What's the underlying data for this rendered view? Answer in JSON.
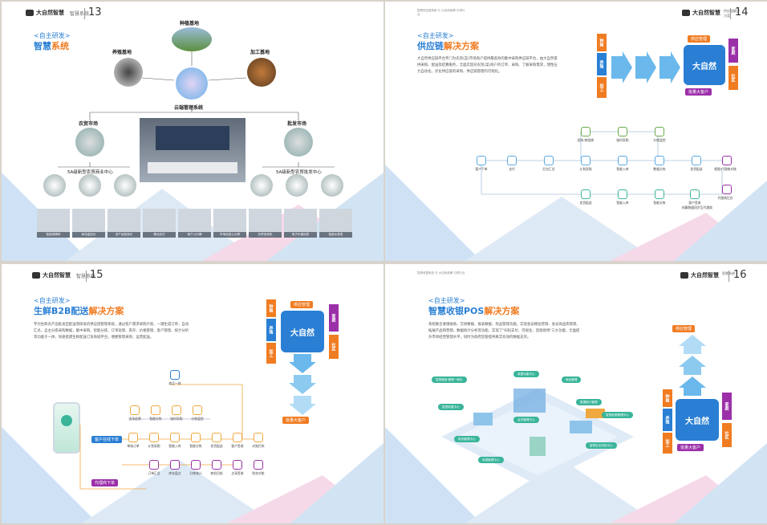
{
  "brand": "大自然智慧",
  "pages": {
    "p13": {
      "section": "智慧系统",
      "number": "13",
      "subtitle": "<自主研发>",
      "title_a": "智慧",
      "title_b": "系统",
      "nodes": {
        "top": "种植基地",
        "left": "养殖基地",
        "right": "加工基地",
        "center": "云端管理系统",
        "market_left": "农贸市场",
        "market_right": "批发市场",
        "hub_left": "5A级新型农贸商业中心",
        "hub_right": "5A级新型农贸批发中心"
      },
      "strip": [
        "智能溯源秤",
        "商流监控仪",
        "农产品检测仪",
        "移动支付",
        "商户公示牌",
        "市场信息公示屏",
        "农贸查询机",
        "电子价格标签",
        "智能水表表"
      ]
    },
    "p14": {
      "number": "14",
      "section": "供应链解决方案",
      "header_tiny": "智慧供应链系统 与 大自然品牌 引领行业",
      "subtitle": "<自主研发>",
      "title_a": "供应链",
      "title_b": "解决方案",
      "paragraph": "大自然供应链平台专门为农贸(菜)市场商户提供最高效的集中采购供应链平台，由大自然提供采购、配送及结算服务，全面实现对农贸(菜)商户的订单、采购、了解采购需求，理性压力自动化，优化供应链的采购、供应链管理的可视化。",
      "hub": {
        "top": "供应管理",
        "center": "大自然",
        "bottom": "批量大客户",
        "left_tabs": [
          "种植",
          "养殖",
          "加工"
        ],
        "right_tabs": [
          "家庭",
          "社区"
        ]
      },
      "flow": [
        "客户下单",
        "支付",
        "后台汇总",
        "计划采购",
        "智能入库",
        "数据分拣",
        "发货配送",
        "数据统计",
        "客户签收",
        "智能分拣",
        "智能入库",
        "发货配送"
      ],
      "flow_top": [
        "超市/商批商",
        "临时采购",
        "分拣监控"
      ],
      "flow_right": [
        "视频/代理商对账",
        "代理商后台"
      ],
      "flow_bottom_extra": "结算数据同步至代理商"
    },
    "p15": {
      "number": "15",
      "section": "智慧系统",
      "subtitle": "<自主研发>",
      "title_a": "生鲜B2B配送",
      "title_b": "解决方案",
      "paragraph": "专为生鲜农产品批发型配送而研发的供应链管理系统，通过客户需求采购计划、一键生成订单，自动汇总，自主分拣采购数据，集中采购、智能分拣、订单处理、库存、价格管理、客户管理、统计分析等功能于一体，快速搭建生鲜配送订货商城平台，便捷管理采购、运营配送。",
      "hub": {
        "top": "供应管理",
        "center": "大自然",
        "bottom": "批量大客户",
        "left_tabs": [
          "种植",
          "养殖",
          "加工"
        ],
        "right_tabs": [
          "家庭",
          "社区"
        ]
      },
      "tags": {
        "order": "客户在线下单",
        "offline": "代理商下单"
      },
      "top_node": "商品一体",
      "row1": [
        "追采追溯",
        "智能分拣",
        "临时采购",
        "分拣监控"
      ],
      "row2": [
        "审核订单",
        "计划采购",
        "智能入库",
        "智能分拣",
        "发货配送",
        "客户签收",
        "对账打款"
      ],
      "row3": [
        "订单汇总",
        "库存盘点",
        "分拣统计",
        "商机归档",
        "点采签收",
        "财务对账"
      ]
    },
    "p16": {
      "number": "16",
      "section": "智慧系统",
      "header_tiny": "智慧收银系统 与 大自然品牌 引领行业",
      "subtitle": "<自主研发>",
      "title_a": "智慧收银POS",
      "title_b": "解决方案",
      "paragraph": "系统集合收银收款、交易数据、报表数据、商品管理功能，实现会员精准营销、会员商品库管理、拓展产品和营销、数据统计分析等功能、实现了\"扫码支付，可视化、直观易用\"三大功能，全面提升市场经营管理水平，同时为政府监管提供真实有效的数据支持。",
      "hub": {
        "top": "供应管理",
        "center": "大自然",
        "bottom": "批量大客户",
        "left_tabs": [
          "种植",
          "养殖",
          "加工"
        ],
        "right_tabs": [
          "家庭",
          "社区"
        ]
      },
      "pills": [
        "智慧营销 管理一体化",
        "收银功能中心",
        "商品管理",
        "智慧收银中心",
        "数据统计管理",
        "会员管理中心",
        "财务管理中心",
        "智慧收银管理中心",
        "智慧农业供应中心",
        "收银管理中心"
      ]
    }
  },
  "colors": {
    "blue": "#2a7fd4",
    "orange": "#f07c22",
    "green": "#3ab59a",
    "purple": "#9b2fa8",
    "cyan": "#3ab6e8"
  }
}
